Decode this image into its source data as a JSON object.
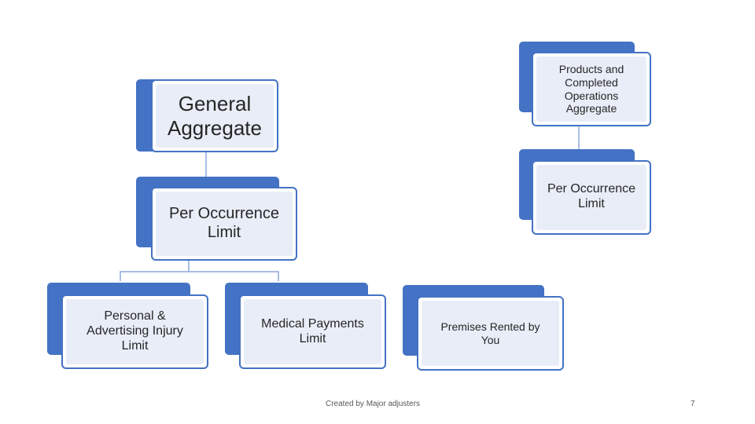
{
  "diagram": {
    "general_aggregate": "General\nAggregate",
    "per_occurrence_left": "Per Occurrence\nLimit",
    "personal_advertising": "Personal &\nAdvertising Injury\nLimit",
    "medical_payments": "Medical Payments\nLimit",
    "premises_rented": "Premises Rented by\nYou",
    "products_completed": "Products and\nCompleted\nOperations\nAggregate",
    "per_occurrence_right": "Per Occurrence\nLimit"
  },
  "footer": {
    "credit": "Created by Major adjusters",
    "page_number": "7"
  },
  "colors": {
    "accent": "#4472c4",
    "box_fill": "#e8edf7",
    "connector": "#8ea9db"
  }
}
